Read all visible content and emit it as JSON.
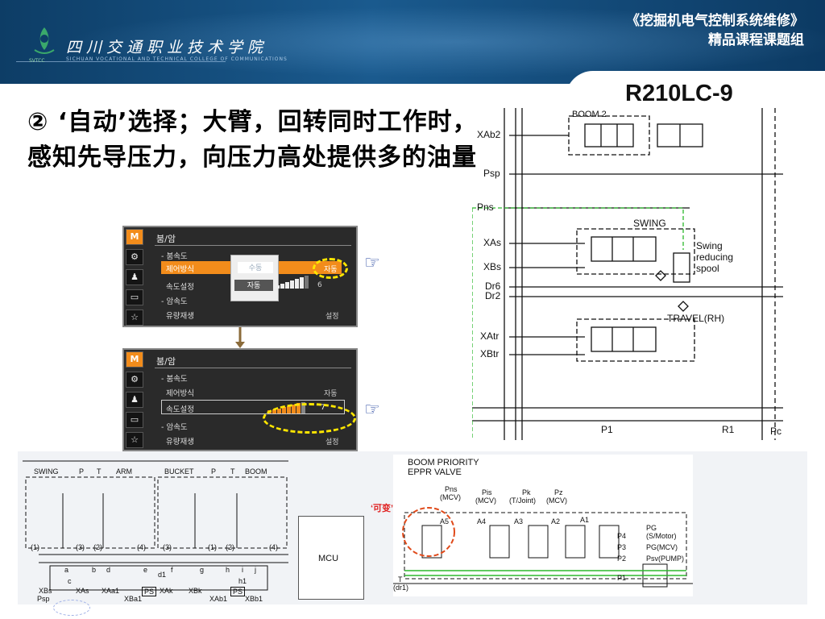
{
  "header": {
    "school_cn": "四川交通职业技术学院",
    "school_en": "SICHUAN VOCATIONAL AND TECHNICAL COLLEGE OF COMMUNICATIONS",
    "logo_text": "SVTCC",
    "course_title": "《挖掘机电气控制系统维修》",
    "course_sub": "精品课程课题组"
  },
  "model": "R210LC-9",
  "title": "② ‘自动’选择；大臂，回转同时工作时，感知先导压力，向压力高处提供多的油量",
  "screen1": {
    "side": [
      "M",
      "⚙",
      "♟",
      "▭",
      "☆"
    ],
    "header": "붐/암",
    "items": [
      "- 붐속도",
      "제어방식",
      "속도설정",
      "- 암속도",
      "유량재생"
    ],
    "highlight_value": "자동",
    "speed_value": "6",
    "regen_value": "설정",
    "popup_options": [
      "수동",
      "자동"
    ]
  },
  "screen2": {
    "side": [
      "M",
      "⚙",
      "♟",
      "▭",
      "☆"
    ],
    "header": "붐/암",
    "items": [
      "- 붐속도",
      "제어방식",
      "속도설정",
      "- 암속도",
      "유량재생"
    ],
    "mode_value": "자동",
    "speed_value": "7",
    "regen_value": "설정"
  },
  "right_schematic": {
    "ports": [
      "XAb2",
      "Psp",
      "Pns",
      "XAs",
      "XBs",
      "Dr6",
      "Dr2",
      "XAtr",
      "XBtr"
    ],
    "labels": [
      "BOOM 2",
      "SWING",
      "Swing",
      "reducing",
      "spool",
      "TRAVEL(RH)",
      "P1",
      "R1",
      "Pc"
    ]
  },
  "bottom_left_schematic": {
    "groups": [
      "SWING",
      "P",
      "T",
      "ARM",
      "BUCKET",
      "P",
      "T",
      "BOOM"
    ],
    "nums": [
      "(1)",
      "(3)",
      "(2)",
      "(4)",
      "(3)",
      "(1)",
      "(2)",
      "(4)"
    ],
    "letters": [
      "a",
      "b",
      "c",
      "d",
      "e",
      "f",
      "g",
      "h",
      "i",
      "j",
      "d1",
      "h1"
    ],
    "ports": [
      "XBs",
      "Psp",
      "XAs",
      "XAa1",
      "XBa1",
      "XAk",
      "XBk",
      "XAb1",
      "XBb1"
    ],
    "ps": [
      "PS",
      "PS"
    ],
    "mcu": "MCU"
  },
  "bottom_right_schematic": {
    "title_line1": "BOOM PRIORITY",
    "title_line2": "EPPR VALVE",
    "variable": "‘可变’",
    "cols": [
      {
        "top": "Pns",
        "sub": "(MCV)"
      },
      {
        "top": "Pis",
        "sub": "(MCV)"
      },
      {
        "top": "Pk",
        "sub": "(T/Joint)"
      },
      {
        "top": "Pz",
        "sub": "(MCV)"
      }
    ],
    "valves": [
      "A5",
      "A4",
      "A3",
      "A2",
      "A1"
    ],
    "right_ports": [
      "P4",
      "P3",
      "P2",
      "P1"
    ],
    "right_desc": [
      "PG",
      "(S/Motor)",
      "PG(MCV)",
      "Psv(PUMP)"
    ],
    "tank": "T",
    "tank_sub": "(dr1)"
  },
  "colors": {
    "header": "#1a5a8e",
    "accent": "#f28c1b",
    "highlight": "#ffe600",
    "red": "#e02020",
    "pilot_green": "#2db82d"
  }
}
